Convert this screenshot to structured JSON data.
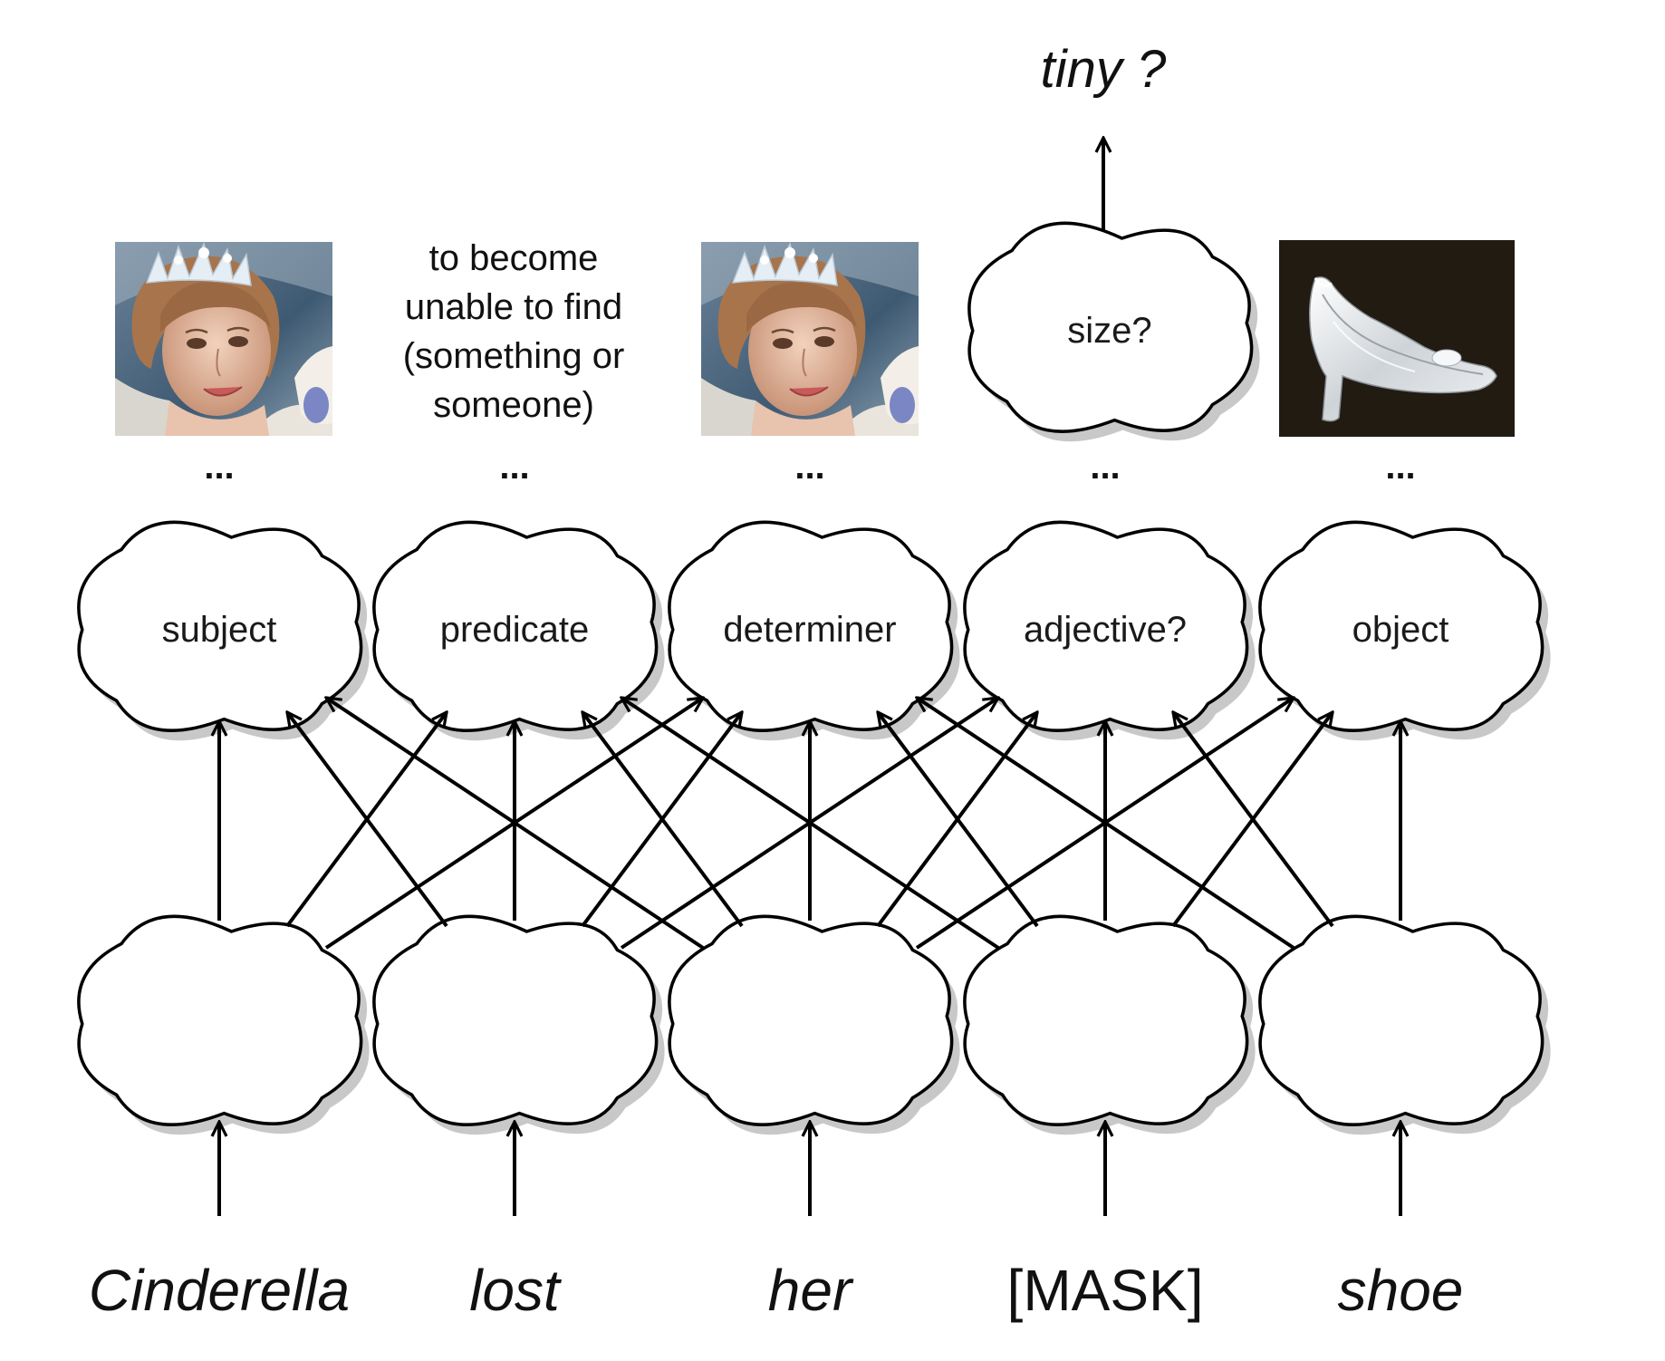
{
  "words": [
    {
      "text": "Cinderella",
      "style": "italic"
    },
    {
      "text": "lost",
      "style": "italic"
    },
    {
      "text": "her",
      "style": "italic"
    },
    {
      "text": "[MASK]",
      "style": "normal"
    },
    {
      "text": "shoe",
      "style": "italic"
    }
  ],
  "roles": [
    "subject",
    "predicate",
    "determiner",
    "adjective?",
    "object"
  ],
  "top_items": [
    {
      "kind": "image",
      "icon": "girl-tiara-photo-icon"
    },
    {
      "kind": "text",
      "lines": [
        "to become",
        "unable to find",
        "(something or",
        "someone)"
      ]
    },
    {
      "kind": "image",
      "icon": "girl-tiara-photo-icon"
    },
    {
      "kind": "cloud",
      "label": "size?"
    },
    {
      "kind": "image",
      "icon": "glass-slipper-photo-icon"
    }
  ],
  "ellipsis": "...",
  "prediction": "tiny ?",
  "colors": {
    "line": "#000000",
    "cloud_fill": "#ffffff",
    "shadow": "#9a9a9a",
    "slipper_bg": "#211b12"
  }
}
